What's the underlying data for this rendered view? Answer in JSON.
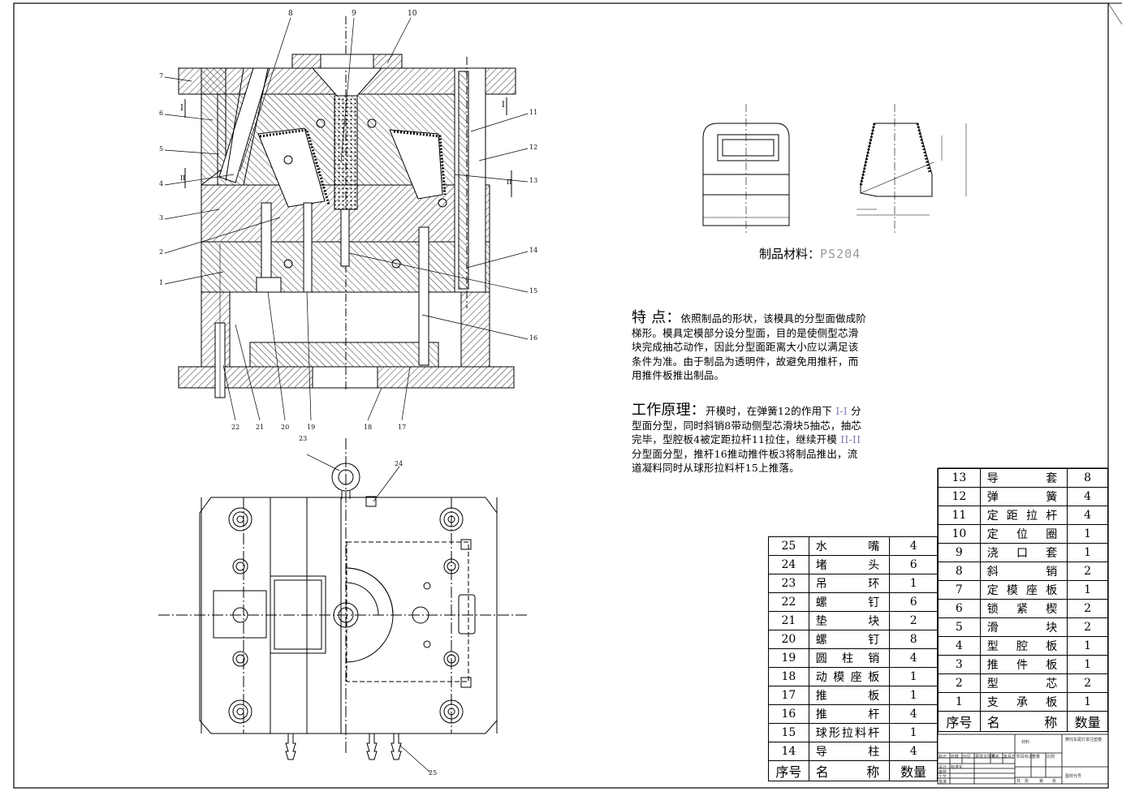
{
  "drawing": {
    "material_label": "制品材料：",
    "material_value": "PS204",
    "features_head": "特  点：",
    "features_text": "依照制品的形状，该模具的分型面做成阶梯形。模具定模部分设分型面，目的是使侧型芯滑块完成抽芯动作，因此分型面距离大小应以满足该条件为准。由于制品为透明件，故避免用推杆，而用推件板推出制品。",
    "principle_head": "工作原理：",
    "principle_1": "开模时，在弹簧12的作用下 ",
    "principle_roman1": "I-I",
    "principle_2": " 分型面分型，同时斜销8带动侧型芯滑块5抽芯，抽芯完毕，型腔板4被定距拉杆11拉住，继续开模 ",
    "principle_roman2": "II-II",
    "principle_3": " 分型面分型，推杆16推动推件板3将制品推出，流道凝料同时从球形拉料杆15上推落。"
  },
  "balloons": {
    "top": [
      "8",
      "9",
      "10"
    ],
    "left": [
      "7",
      "6",
      "5",
      "4",
      "3",
      "2",
      "1"
    ],
    "right": [
      "11",
      "12",
      "13",
      "14",
      "15",
      "16"
    ],
    "bottom": [
      "22",
      "21",
      "20",
      "19",
      "18",
      "17"
    ],
    "plan": [
      "23",
      "24",
      "25"
    ]
  },
  "bom_left": {
    "rows": [
      {
        "no": "25",
        "name": "水嘴",
        "qty": "4"
      },
      {
        "no": "24",
        "name": "堵头",
        "qty": "6"
      },
      {
        "no": "23",
        "name": "吊环",
        "qty": "1"
      },
      {
        "no": "22",
        "name": "螺钉",
        "qty": "6"
      },
      {
        "no": "21",
        "name": "垫块",
        "qty": "2"
      },
      {
        "no": "20",
        "name": "螺钉",
        "qty": "8"
      },
      {
        "no": "19",
        "name": "圆柱销",
        "qty": "4"
      },
      {
        "no": "18",
        "name": "动模座板",
        "qty": "1"
      },
      {
        "no": "17",
        "name": "推板",
        "qty": "1"
      },
      {
        "no": "16",
        "name": "推杆",
        "qty": "4"
      },
      {
        "no": "15",
        "name": "球形拉料杆",
        "qty": "1"
      },
      {
        "no": "14",
        "name": "导柱",
        "qty": "4"
      }
    ],
    "header": {
      "no": "序号",
      "name": "名称",
      "qty": "数量"
    }
  },
  "bom_right": {
    "rows": [
      {
        "no": "13",
        "name": "导套",
        "qty": "8"
      },
      {
        "no": "12",
        "name": "弹簧",
        "qty": "4"
      },
      {
        "no": "11",
        "name": "定距拉杆",
        "qty": "4"
      },
      {
        "no": "10",
        "name": "定位圈",
        "qty": "1"
      },
      {
        "no": "9",
        "name": "浇口套",
        "qty": "1"
      },
      {
        "no": "8",
        "name": "斜销",
        "qty": "2"
      },
      {
        "no": "7",
        "name": "定模座板",
        "qty": "1"
      },
      {
        "no": "6",
        "name": "锁紧楔",
        "qty": "2"
      },
      {
        "no": "5",
        "name": "滑块",
        "qty": "2"
      },
      {
        "no": "4",
        "name": "型腔板",
        "qty": "1"
      },
      {
        "no": "3",
        "name": "推件板",
        "qty": "1"
      },
      {
        "no": "2",
        "name": "型芯",
        "qty": "2"
      },
      {
        "no": "1",
        "name": "支承板",
        "qty": "1"
      }
    ],
    "header": {
      "no": "序号",
      "name": "名称",
      "qty": "数量"
    }
  },
  "title_block": {
    "material": "材料",
    "project": "摩托车尾灯罩注塑模",
    "drawing_code": "图样代号",
    "small": [
      "标记",
      "处数",
      "分区",
      "更改文件号",
      "签名",
      "年月日",
      "设计",
      "标准化",
      "阶段标记",
      "重量",
      "比例",
      "审核",
      "工艺",
      "批准",
      "共",
      "张",
      "第",
      "张"
    ]
  },
  "colors": {
    "line": "#000000",
    "highlight": "#7c7cb6",
    "gray": "#9a9a9a"
  }
}
